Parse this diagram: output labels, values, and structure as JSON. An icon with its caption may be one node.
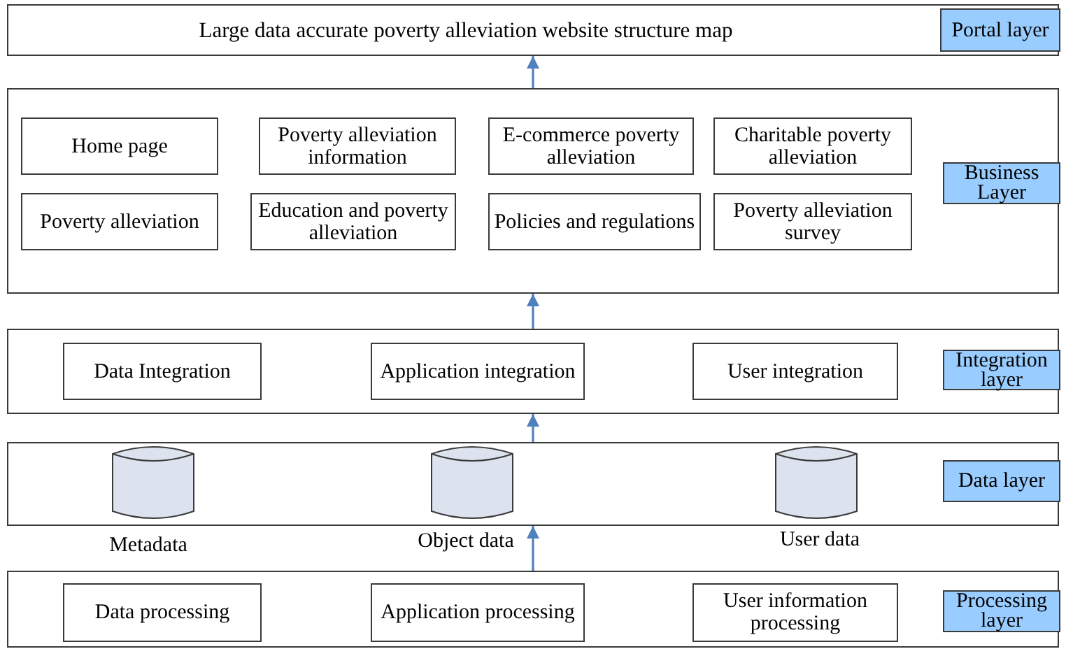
{
  "diagram": {
    "nodes": [
      {
        "text": [
          "Large data accurate poverty alleviation website structure map"
        ]
      },
      {
        "text": [
          "Portal layer"
        ],
        "in": 0
      },
      {
        "text": [],
        "shape": "box"
      },
      {
        "text": [
          "Home page"
        ],
        "in": 2
      },
      {
        "text": [
          "Poverty alleviation information"
        ],
        "in": 2
      },
      {
        "text": [
          "E-commerce poverty alleviation"
        ],
        "in": 2
      },
      {
        "text": [
          "Charitable poverty alleviation"
        ],
        "in": 2
      },
      {
        "text": [
          "Poverty alleviation"
        ],
        "in": 2
      },
      {
        "text": [
          "Education and poverty alleviation"
        ],
        "in": 2
      },
      {
        "text": [
          "Policies and regulations"
        ],
        "in": 2
      },
      {
        "text": [
          "Poverty alleviation survey"
        ],
        "in": 2
      },
      {
        "text": [
          "Business Layer"
        ],
        "in": 2
      },
      {
        "text": [],
        "shape": "box"
      },
      {
        "text": [
          "Data Integration"
        ],
        "in": 12
      },
      {
        "text": [
          "Application integration"
        ],
        "in": 12
      },
      {
        "text": [
          "User integration"
        ],
        "in": 12
      },
      {
        "text": [
          "Integration layer"
        ],
        "in": 12
      },
      {
        "text": [],
        "shape": "box"
      },
      {
        "text": [],
        "shape": "cylinder",
        "beside": [
          "Metadata"
        ],
        "in": 17
      },
      {
        "text": [],
        "shape": "cylinder",
        "beside": [
          "Object data"
        ],
        "in": 17
      },
      {
        "text": [],
        "shape": "cylinder",
        "beside": [
          "User data"
        ],
        "in": 17
      },
      {
        "text": [
          "Data layer"
        ],
        "in": 17
      },
      {
        "text": [],
        "shape": "box"
      },
      {
        "text": [
          "Data processing"
        ],
        "in": 22
      },
      {
        "text": [
          "Application processing"
        ],
        "in": 22
      },
      {
        "text": [
          "User information processing"
        ],
        "in": 22
      },
      {
        "text": [
          "Processing layer"
        ],
        "in": 22
      }
    ],
    "edges": [
      {
        "from": 22,
        "to": 17,
        "arrow": "to"
      },
      {
        "from": 17,
        "to": 12,
        "arrow": "to"
      },
      {
        "from": 12,
        "to": 2,
        "arrow": "to"
      },
      {
        "from": 2,
        "to": 0,
        "arrow": "to"
      }
    ]
  }
}
